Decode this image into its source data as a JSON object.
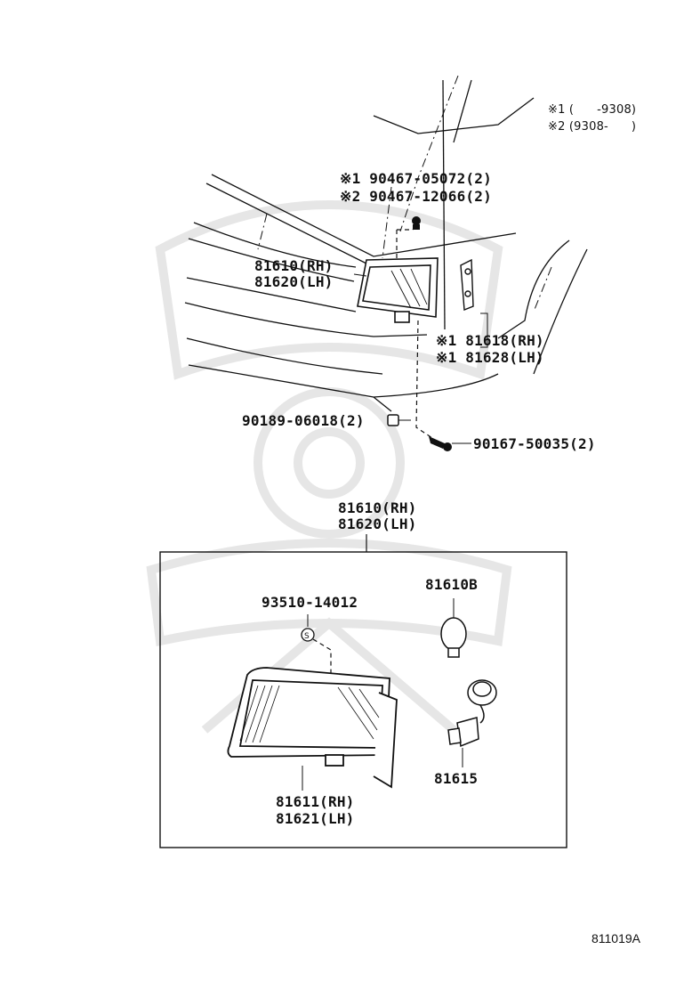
{
  "notes": {
    "note1": "※1 (      -9308)",
    "note2": "※2 (9308-      )"
  },
  "upper": {
    "clip_a": "※1 90467-05072(2)",
    "clip_b": "※2 90467-12066(2)",
    "lamp_rh": "81610(RH)",
    "lamp_lh": "81620(LH)",
    "bracket_rh": "※1 81618(RH)",
    "bracket_lh": "※1 81628(LH)",
    "nut": "90189-06018(2)",
    "screw": "90167-50035(2)"
  },
  "lower": {
    "assy_rh": "81610(RH)",
    "assy_lh": "81620(LH)",
    "screw_part": "93510-14012",
    "bulb": "81610B",
    "socket": "81615",
    "lens_rh": "81611(RH)",
    "lens_lh": "81621(LH)"
  },
  "diagram_code": "811019A",
  "colors": {
    "ink": "#111111",
    "watermark": "#e8e8e8"
  }
}
